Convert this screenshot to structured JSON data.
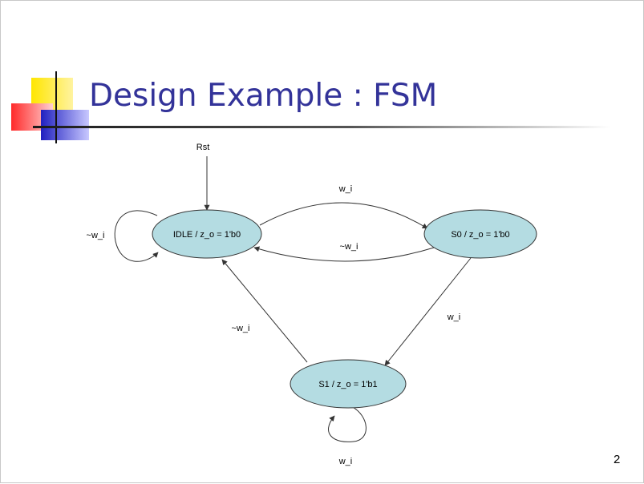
{
  "slide": {
    "title": "Design Example : FSM",
    "page_number": "2"
  },
  "diagram": {
    "reset_label": "Rst",
    "states": {
      "idle": "IDLE / z_o = 1'b0",
      "s0": "S0 / z_o = 1'b0",
      "s1": "S1 / z_o = 1'b1"
    },
    "transitions": {
      "idle_to_s0": "w_i",
      "s0_to_idle": "~w_i",
      "idle_self": "~w_i",
      "s0_to_s1": "w_i",
      "s1_to_idle": "~w_i",
      "s1_self": "w_i"
    },
    "colors": {
      "state_fill": "#b4dce2",
      "title": "#333399"
    }
  }
}
